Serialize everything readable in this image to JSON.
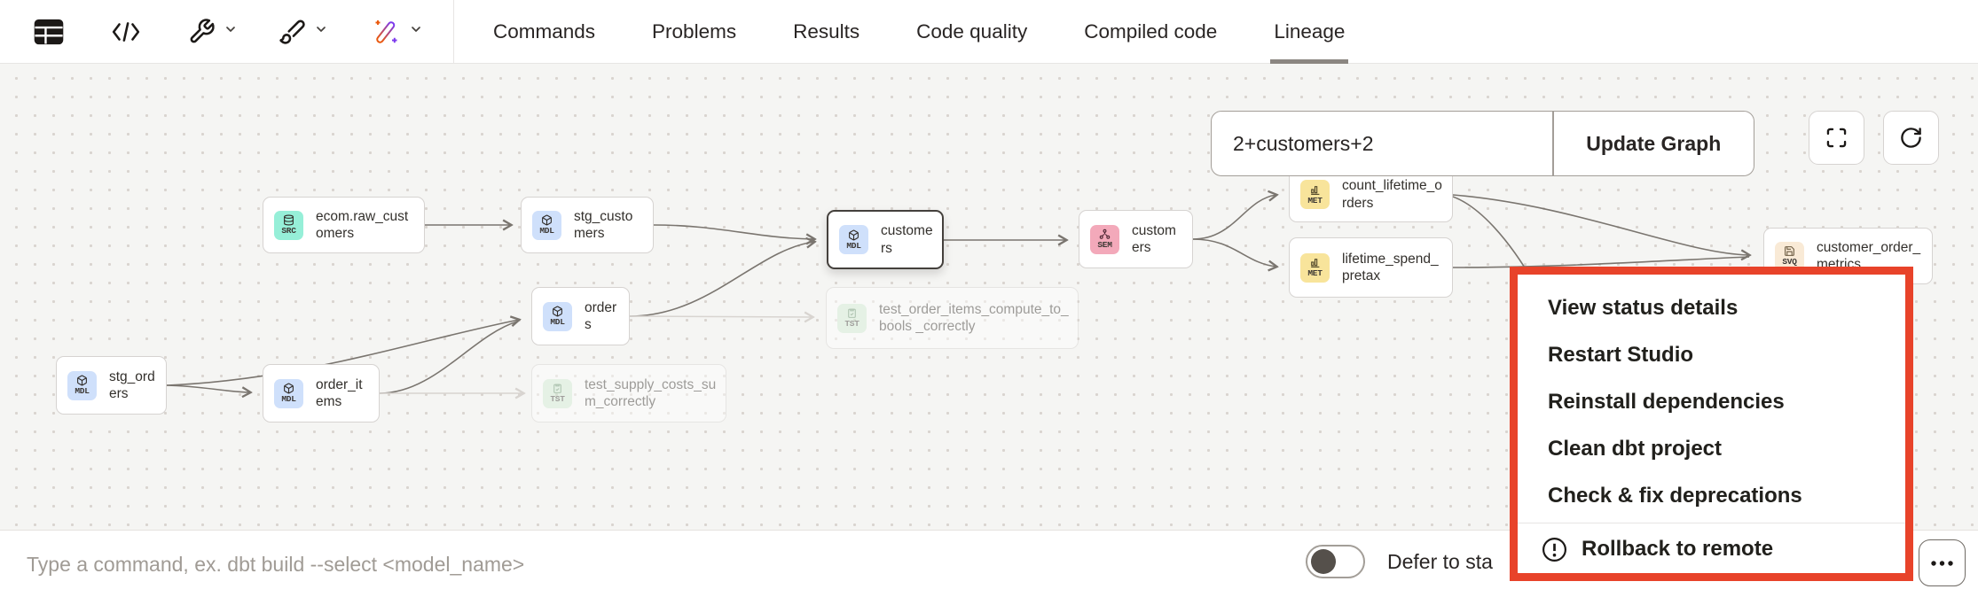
{
  "toolbar": {
    "icons": [
      "table-view",
      "code",
      "wrench",
      "broom",
      "magic-wand"
    ],
    "tabs": [
      {
        "label": "Commands",
        "active": false
      },
      {
        "label": "Problems",
        "active": false
      },
      {
        "label": "Results",
        "active": false
      },
      {
        "label": "Code quality",
        "active": false
      },
      {
        "label": "Compiled code",
        "active": false
      },
      {
        "label": "Lineage",
        "active": true
      }
    ]
  },
  "graph_controls": {
    "selector_value": "2+customers+2",
    "update_button_label": "Update Graph",
    "buttons": [
      "fullscreen",
      "refresh"
    ]
  },
  "canvas": {
    "nodes": [
      {
        "label": "ecom.raw_customers",
        "type": "source",
        "type_label": "SRC"
      },
      {
        "label": "stg_customers",
        "type": "model",
        "type_label": "MDL"
      },
      {
        "label": "customers",
        "type": "model",
        "type_label": "MDL",
        "selected": true
      },
      {
        "label": "customers",
        "type": "semantic_model",
        "type_label": "SEM"
      },
      {
        "label": "count_lifetime_orders",
        "type": "metric",
        "type_label": "MET"
      },
      {
        "label": "lifetime_spend_pretax",
        "type": "metric",
        "type_label": "MET"
      },
      {
        "label": "customer_order_metrics",
        "type": "saved_query",
        "type_label": "SVQ"
      },
      {
        "label": "orders",
        "type": "model",
        "type_label": "MDL"
      },
      {
        "label": "test_order_items_compute_to_bools _correctly",
        "type": "test",
        "type_label": "TST",
        "faded": true
      },
      {
        "label": "stg_orders",
        "type": "model",
        "type_label": "MDL"
      },
      {
        "label": "order_items",
        "type": "model",
        "type_label": "MDL"
      },
      {
        "label": "test_supply_costs_sum_correctly",
        "type": "test",
        "type_label": "TST",
        "faded": true
      }
    ]
  },
  "context_menu": {
    "highlight_color": "#e8432a",
    "items": [
      "View status details",
      "Restart Studio",
      "Reinstall dependencies",
      "Clean dbt project",
      "Check & fix deprecations"
    ],
    "danger_item": {
      "label": "Rollback to remote",
      "icon": "warning-circle"
    }
  },
  "command_bar": {
    "placeholder": "Type a command, ex. dbt build --select <model_name>",
    "defer_toggle": {
      "state": "off",
      "label": "Defer to sta"
    }
  }
}
